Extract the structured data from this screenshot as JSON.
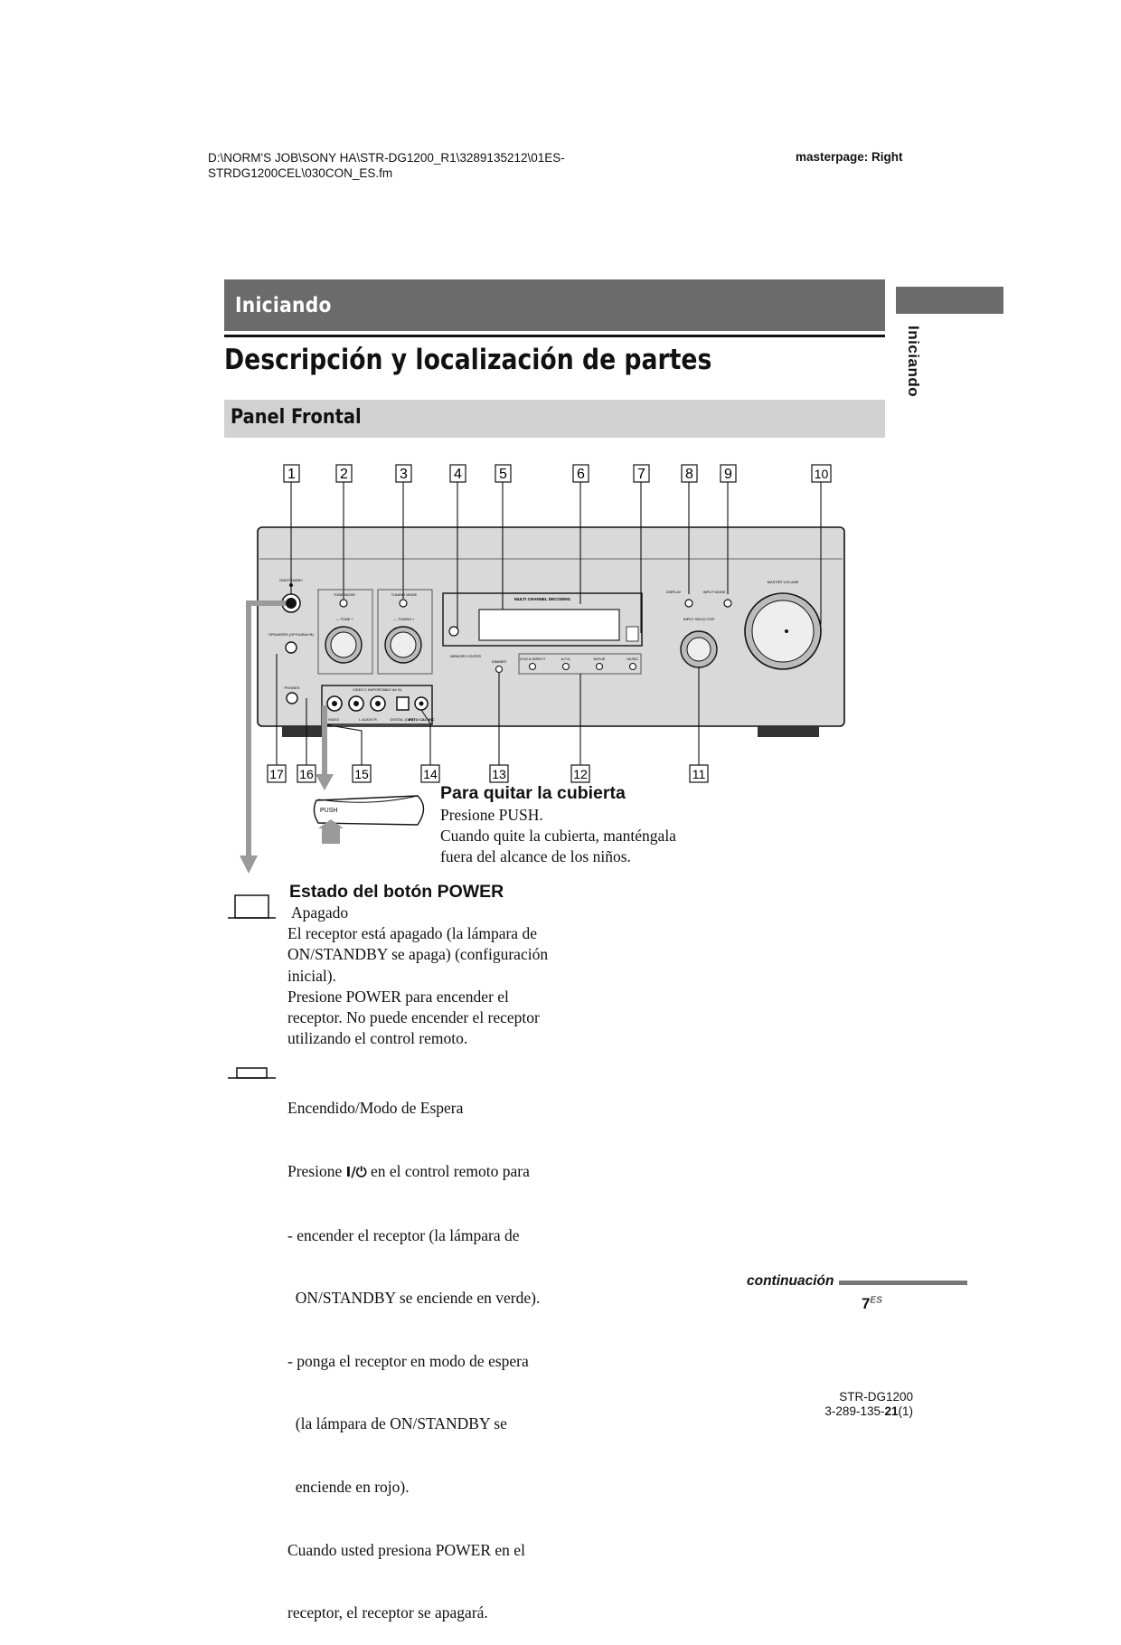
{
  "header": {
    "path_line1": "D:\\NORM'S JOB\\SONY HA\\STR-DG1200_R1\\3289135212\\01ES-",
    "path_line2": "STRDG1200CEL\\030CON_ES.fm",
    "masterpage": "masterpage: Right"
  },
  "section_band": "Iniciando",
  "side_tab": "Iniciando",
  "page_title": "Descripción y localización de partes",
  "sub_band": "Panel Frontal",
  "figure": {
    "callouts_top": [
      "1",
      "2",
      "3",
      "4",
      "5",
      "6",
      "7",
      "8",
      "9",
      "10"
    ],
    "callouts_bottom": [
      "17",
      "16",
      "15",
      "14",
      "13",
      "12",
      "11"
    ],
    "panel_labels": {
      "on_standby": "ON/STANDBY",
      "tone_mode": "TONE MODE",
      "tuning_mode": "TUNING MODE",
      "tone": "— TONE +",
      "tuning": "— TUNING +",
      "speakers": "SPEAKERS (OFF/A/B/A+B)",
      "multi_channel": "MULTI CHANNEL DECODING",
      "display": "DISPLAY",
      "input_mode": "INPUT MODE",
      "master_volume": "MASTER VOLUME",
      "input_selector": "INPUT SELECTOR",
      "memory_enter": "MEMORY/ ENTER",
      "dimmer": "DIMMER",
      "a_direct": "2CH/ A.DIRECT",
      "afd": "A.F.D.",
      "movie": "MOVIE",
      "music": "MUSIC",
      "phones": "PHONES",
      "video2_in": "VIDEO 2 IN/PORTABLE AV IN",
      "video": "VIDEO",
      "audio": "L  AUDIO  R",
      "digital_opt": "DIGITAL (OPT)",
      "auto_cal": "AUTO CAL MIC",
      "push": "PUSH"
    }
  },
  "cover": {
    "heading": "Para quitar la cubierta",
    "lines": [
      "Presione PUSH.",
      "Cuando quite la cubierta, manténgala",
      "fuera del alcance de los niños."
    ]
  },
  "power": {
    "heading": "Estado del botón POWER",
    "off_lines": [
      "Apagado",
      "El receptor está apagado (la lámpara de",
      "ON/STANDBY se apaga) (configuración",
      "inicial).",
      "Presione POWER para encender el",
      "receptor. No puede encender el receptor",
      "utilizando el control remoto."
    ],
    "on_line1": "Encendido/Modo de Espera",
    "on_press_a": "Presione ",
    "on_press_symbol": "I/⏻",
    "on_press_b": " en el control remoto para",
    "on_lines": [
      "- encender el receptor (la lámpara de",
      "  ON/STANDBY se enciende en verde).",
      "- ponga el receptor en modo de espera",
      "  (la lámpara de ON/STANDBY se",
      "  enciende en rojo).",
      "Cuando usted presiona POWER en el",
      "receptor, el receptor se apagará."
    ]
  },
  "continuation": "continuación",
  "page_number": "7",
  "page_number_suffix": "ES",
  "footer": {
    "model": "STR-DG1200",
    "code_a": "3-289-135-",
    "code_b": "21",
    "code_c": "(1)"
  }
}
